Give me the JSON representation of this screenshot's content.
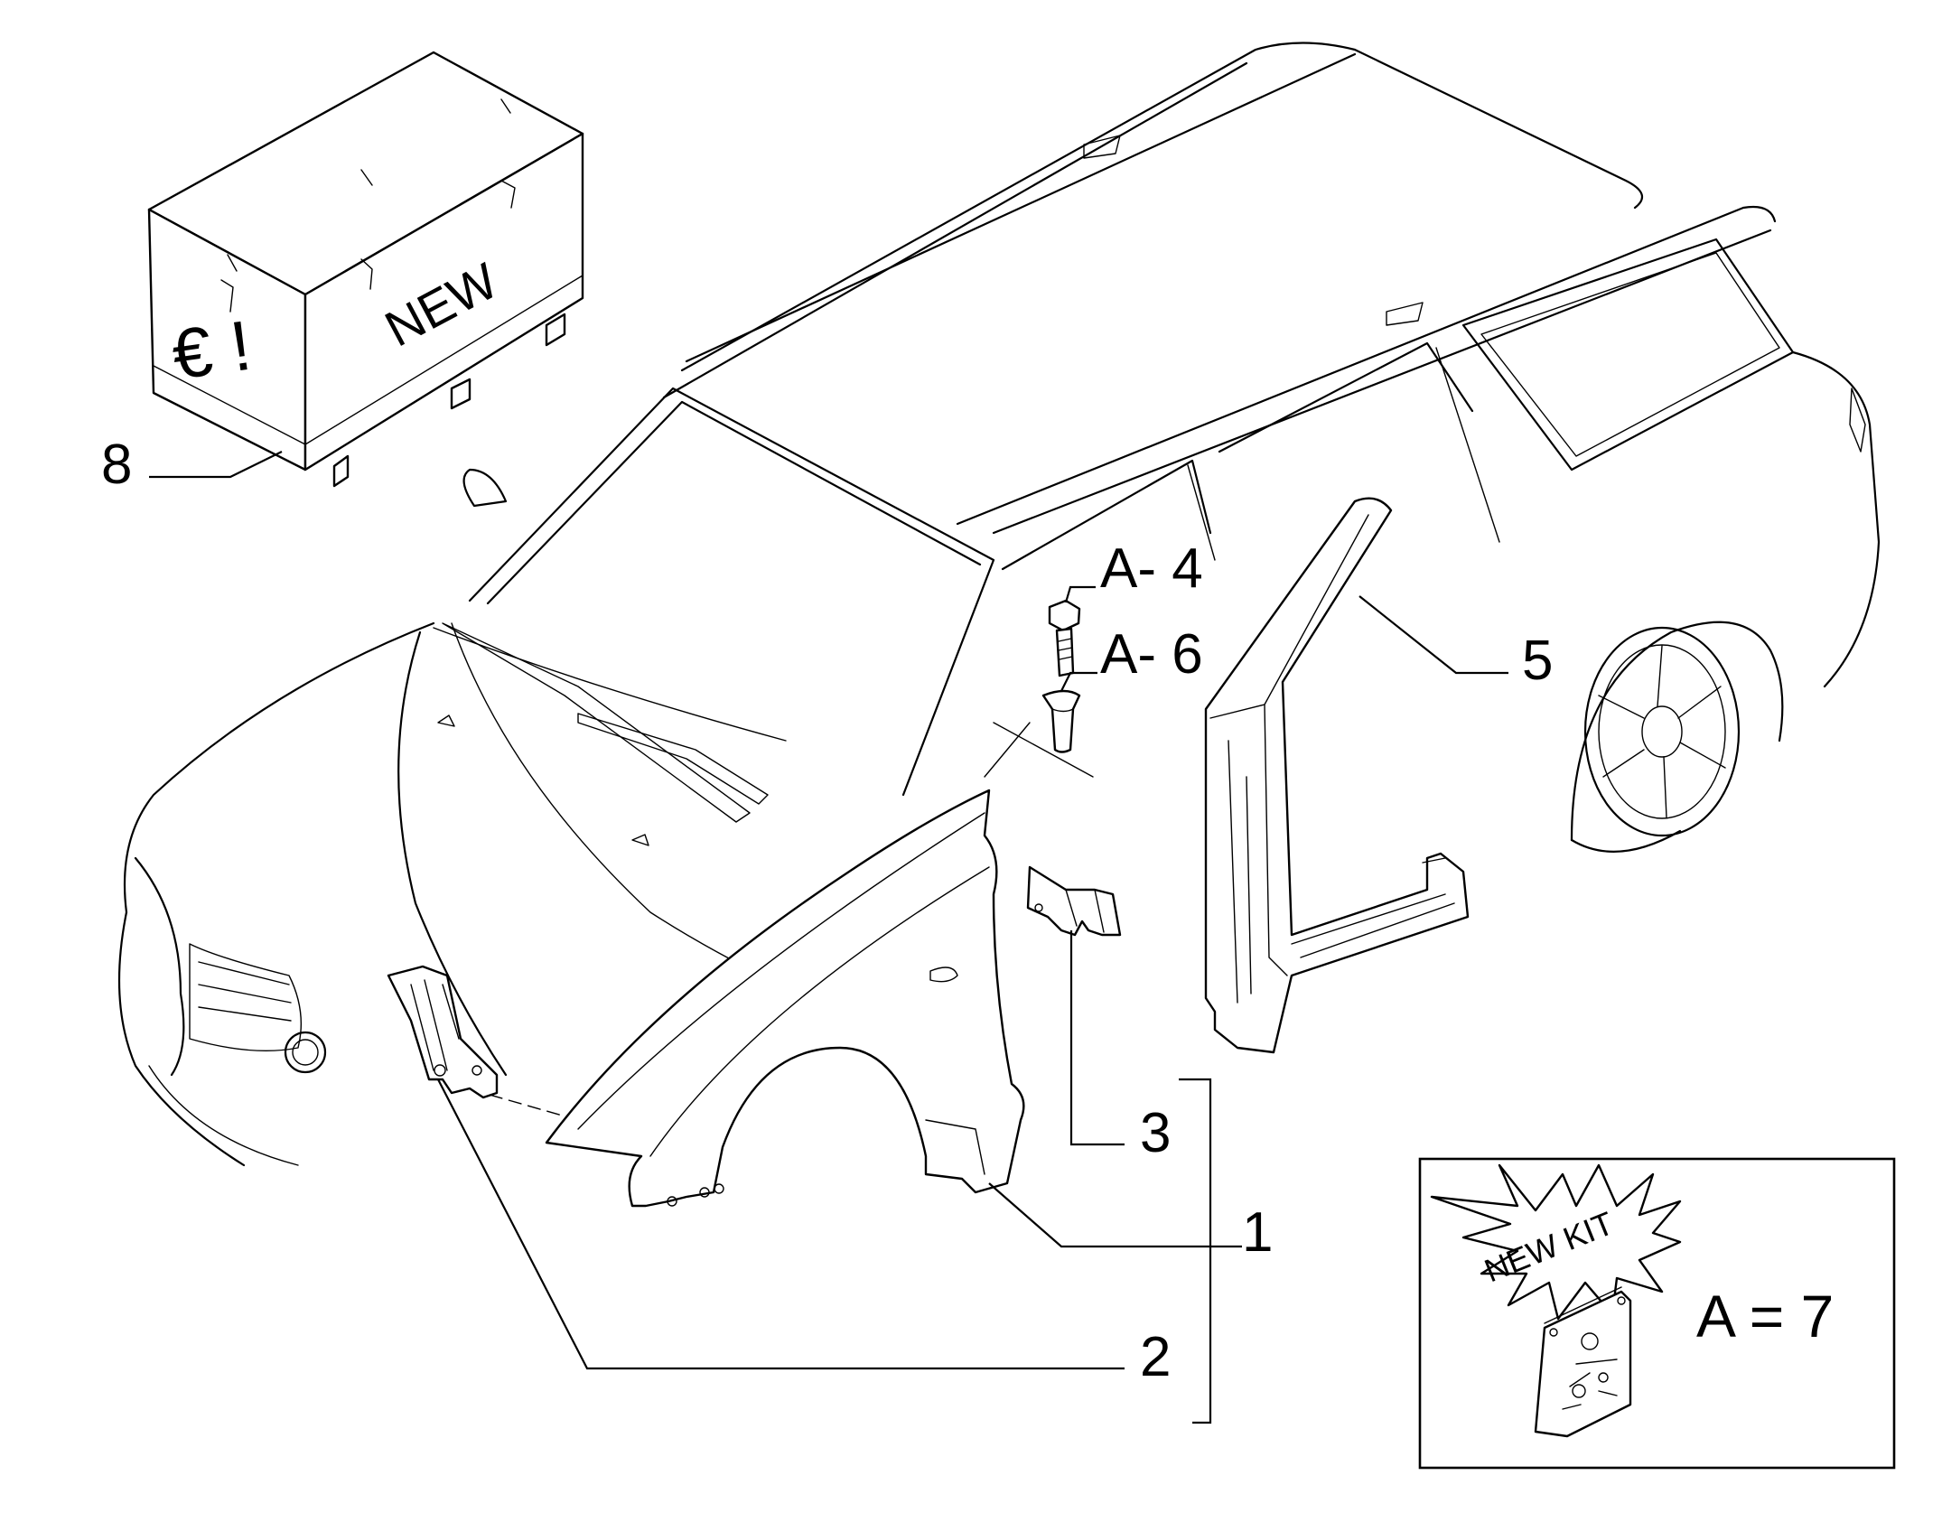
{
  "callouts": {
    "c8": "8",
    "c5": "5",
    "c3": "3",
    "c1": "1",
    "c2": "2",
    "a4": "A- 4",
    "a6": "A- 6"
  },
  "crate": {
    "label_new": "NEW",
    "label_euro": "€ !"
  },
  "kit": {
    "burst_label": "NEW KIT",
    "equation": "A = 7"
  }
}
